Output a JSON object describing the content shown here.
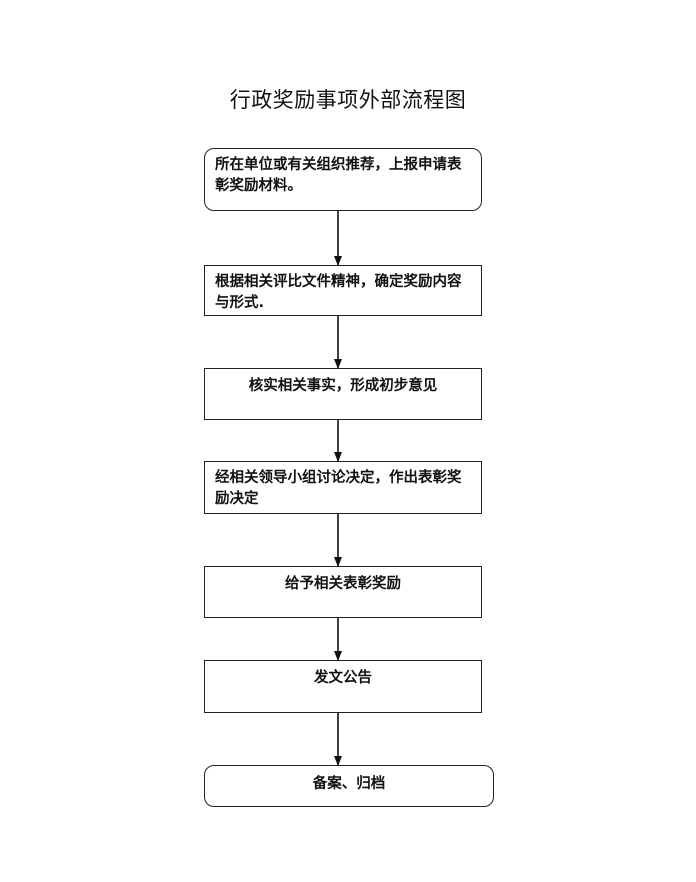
{
  "title": "行政奖励事项外部流程图",
  "steps": [
    {
      "text": "所在单位或有关组织推荐，上报申请表彰奖励材料。"
    },
    {
      "text": "根据相关评比文件精神，确定奖励内容与形式."
    },
    {
      "text": "核实相关事实，形成初步意见"
    },
    {
      "text": "经相关领导小组讨论决定，作出表彰奖励决定"
    },
    {
      "text": "给予相关表彰奖励"
    },
    {
      "text": "发文公告"
    },
    {
      "text": "备案、归档"
    }
  ]
}
